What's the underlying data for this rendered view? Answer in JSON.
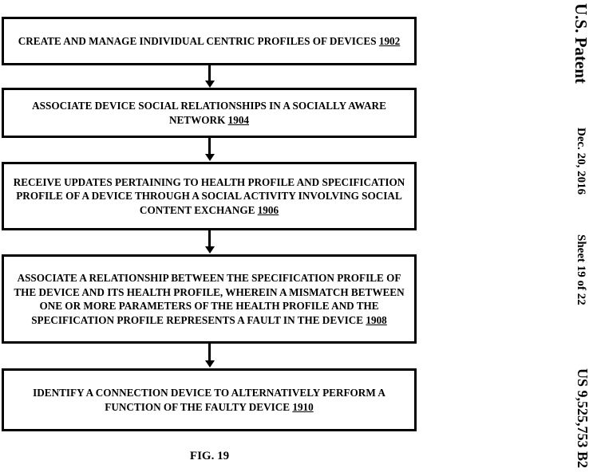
{
  "header": {
    "patent_label": "U.S. Patent",
    "date": "Dec. 20, 2016",
    "sheet": "Sheet 19 of 22",
    "patent_number": "US 9,525,753 B2"
  },
  "flowchart": {
    "steps": [
      {
        "text": "CREATE AND MANAGE INDIVIDUAL CENTRIC PROFILES OF DEVICES",
        "ref": "1902"
      },
      {
        "text": "ASSOCIATE DEVICE SOCIAL RELATIONSHIPS IN A SOCIALLY AWARE NETWORK",
        "ref": "1904"
      },
      {
        "text": "RECEIVE UPDATES PERTAINING TO HEALTH PROFILE AND SPECIFICATION PROFILE OF A DEVICE THROUGH A SOCIAL ACTIVITY INVOLVING SOCIAL CONTENT EXCHANGE",
        "ref": "1906"
      },
      {
        "text": "ASSOCIATE A RELATIONSHIP BETWEEN THE SPECIFICATION PROFILE OF THE DEVICE AND ITS HEALTH PROFILE, WHEREIN A MISMATCH BETWEEN ONE OR MORE PARAMETERS OF THE HEALTH PROFILE AND THE SPECIFICATION PROFILE REPRESENTS A FAULT IN THE DEVICE",
        "ref": "1908"
      },
      {
        "text": "IDENTIFY A CONNECTION DEVICE TO ALTERNATIVELY PERFORM A FUNCTION OF THE FAULTY DEVICE",
        "ref": "1910"
      }
    ]
  },
  "figure_label": "FIG. 19"
}
